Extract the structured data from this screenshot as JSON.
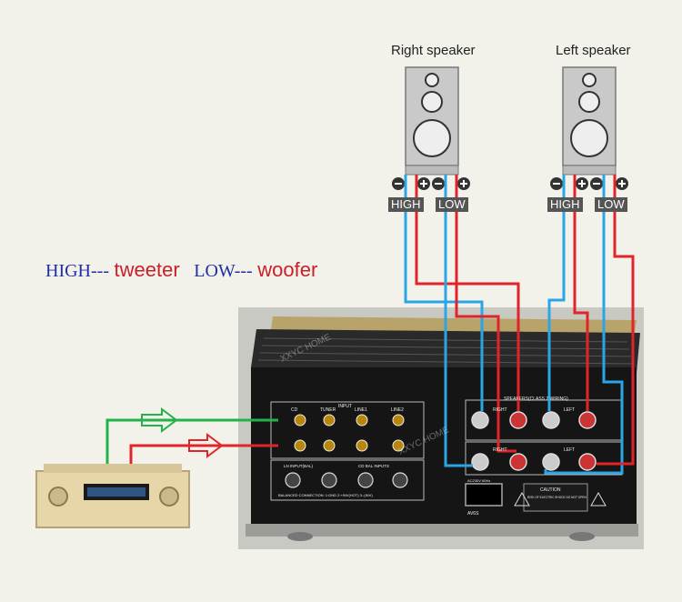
{
  "speakers": {
    "right_label": "Right speaker",
    "left_label": "Left speaker",
    "high_label": "HIGH",
    "low_label": "LOW"
  },
  "legend": {
    "high": "HIGH",
    "dash1": "---",
    "tweeter": "tweeter",
    "low": "LOW",
    "dash2": "---",
    "woofer": "woofer"
  },
  "amp_panel": {
    "input_label": "INPUT",
    "speakers_label": "SPEAKERS(CLASS 2 WIRING)",
    "right_label": "RIGHT",
    "left_label": "LEFT",
    "cd_label": "CD",
    "tuner_label": "TUNER",
    "line1_label": "LINE1",
    "line2_label": "LINE2",
    "ln_inputs_label": "LN INPUT(BAL)",
    "cd_bal_label": "CD BAL INPUTS",
    "balanced_note": "BALANCED CONNECTION: 1:GND 2:+INV(HOT) 3:-(INV)",
    "ac_label": "AC230V 60Hz",
    "caution_title": "CAUTION",
    "caution_text": "RISK OF ELECTRIC SHOCK DO NOT OPEN",
    "model_label": "AV6S",
    "watermark": "XXYC HOME"
  },
  "colors": {
    "blue_wire": "#2aa6e6",
    "red_wire": "#e0242a",
    "green_wire": "#22b24a",
    "legend_blue": "#1f2fa8",
    "legend_red": "#c8202a"
  }
}
